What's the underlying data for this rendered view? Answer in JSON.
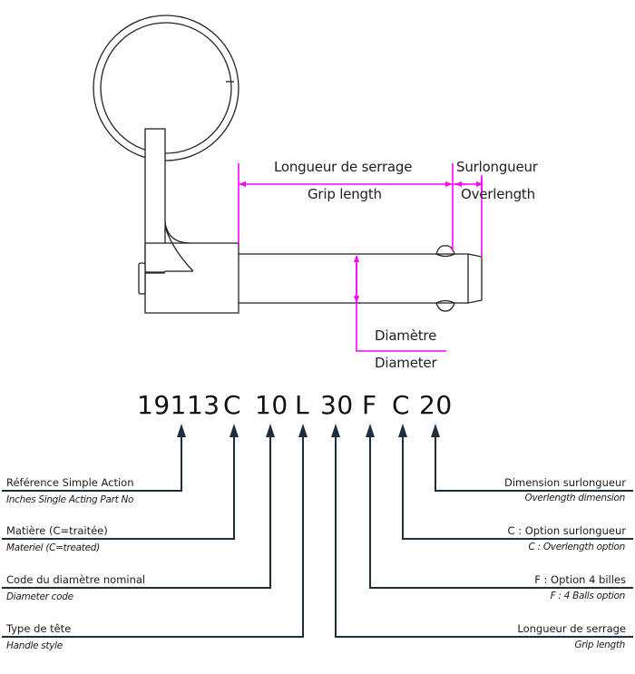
{
  "colors": {
    "dimension": "#ff00ff",
    "leader": "#1f2e3d",
    "outline": "#222222"
  },
  "dimensions": {
    "grip_fr": "Longueur de serrage",
    "grip_en": "Grip length",
    "overlength_fr": "Surlongueur",
    "overlength_en": "Overlength",
    "diameter_fr": "Diamètre",
    "diameter_en": "Diameter"
  },
  "part_code": {
    "segments": [
      "19113",
      "C",
      "10",
      "L",
      "30",
      "F",
      "C",
      "20"
    ]
  },
  "legend": {
    "left": [
      {
        "fr": "Référence Simple Action",
        "en": "Inches Single Acting Part No"
      },
      {
        "fr": "Matière (C=traitée)",
        "en": "Materiel (C=treated)"
      },
      {
        "fr": "Code du diamètre nominal",
        "en": "Diameter code"
      },
      {
        "fr": "Type de tête",
        "en": "Handle style"
      }
    ],
    "right": [
      {
        "fr": "Dimension surlongueur",
        "en": "Overlength dimension"
      },
      {
        "fr": "C : Option surlongueur",
        "en": "C : Overlength option"
      },
      {
        "fr": "F : Option 4 billes",
        "en": "F : 4 Balls option"
      },
      {
        "fr": "Longueur de serrage",
        "en": "Grip length"
      }
    ]
  }
}
